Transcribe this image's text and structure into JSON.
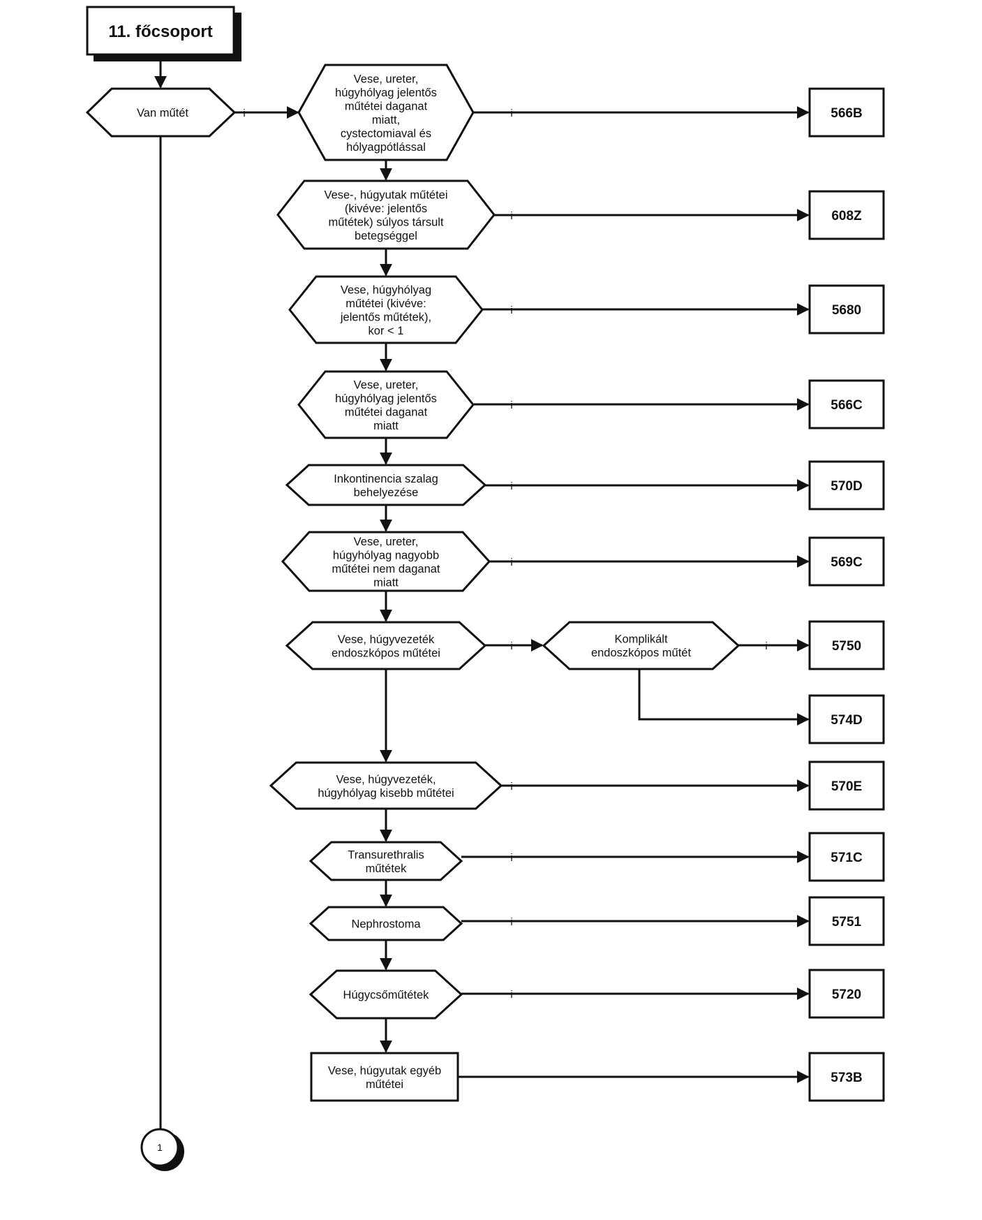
{
  "title": "11. főcsoport",
  "yes_label": "i",
  "connector_label": "1",
  "start_decision": "Van műtét",
  "chain": [
    {
      "lines": [
        "Vese, ureter,",
        "húgyhólyag jelentős",
        "műtétei daganat",
        "miatt,",
        "cystectomiaval és",
        "hólyagpótlással"
      ],
      "code": "566B"
    },
    {
      "lines": [
        "Vese-, húgyutak műtétei",
        "(kivéve: jelentős",
        "műtétek) súlyos társult",
        "betegséggel"
      ],
      "code": "608Z"
    },
    {
      "lines": [
        "Vese,  húgyhólyag",
        "műtétei  (kivéve:",
        "jelentős műtétek),",
        "kor < 1"
      ],
      "code": "5680"
    },
    {
      "lines": [
        "Vese, ureter,",
        "húgyhólyag jelentős",
        "műtétei daganat",
        "miatt"
      ],
      "code": "566C"
    },
    {
      "lines": [
        "Inkontinencia szalag",
        "behelyezése"
      ],
      "code": "570D"
    },
    {
      "lines": [
        "Vese, ureter,",
        "húgyhólyag nagyobb",
        "műtétei nem daganat",
        "miatt"
      ],
      "code": "569C"
    },
    {
      "lines": [
        "Vese, húgyvezeték",
        "endoszkópos műtétei"
      ],
      "code": null
    },
    {
      "lines": [
        "Vese, húgyvezeték,",
        "húgyhólyag kisebb műtétei"
      ],
      "code": "570E"
    },
    {
      "lines": [
        "Transurethralis",
        "műtétek"
      ],
      "code": "571C"
    },
    {
      "lines": [
        "Nephrostoma"
      ],
      "code": "5751"
    },
    {
      "lines": [
        "Húgycsőműtétek"
      ],
      "code": "5720"
    }
  ],
  "sub_decision": {
    "lines": [
      "Komplikált",
      "endoszkópos műtét"
    ],
    "yes_code": "5750",
    "no_code": "574D"
  },
  "final_box": {
    "lines": [
      "Vese, húgyutak egyéb",
      "műtétei"
    ],
    "code": "573B"
  }
}
